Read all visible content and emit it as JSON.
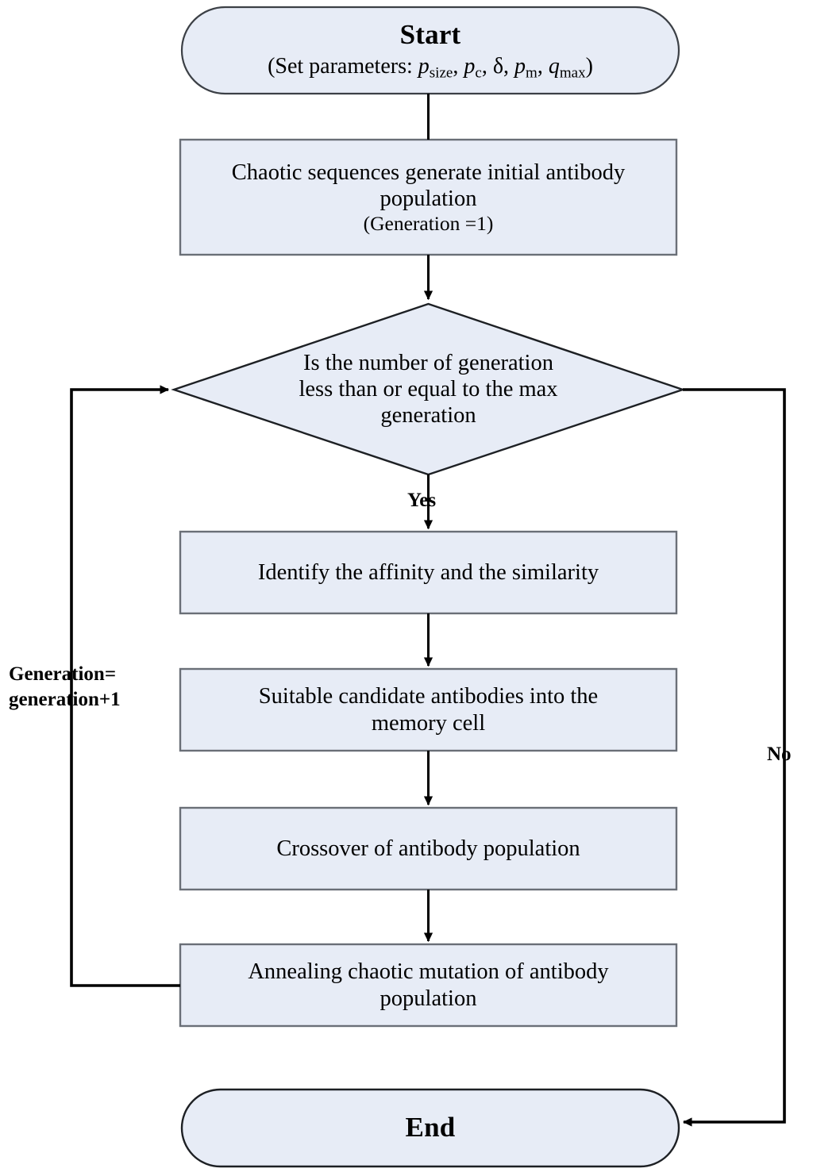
{
  "diagram": {
    "type": "flowchart",
    "title": "Chaotic immune algorithm flowchart",
    "colors": {
      "node_fill": "#e7ecf6",
      "node_stroke": "#5a5f66",
      "connector": "#000000",
      "text": "#000000",
      "background": "#ffffff"
    },
    "nodes": {
      "start": {
        "shape": "terminator",
        "title": "Start",
        "subtitle_prefix": "(Set parameters: ",
        "params": [
          {
            "symbol": "p",
            "subscript": "size"
          },
          {
            "symbol": "p",
            "subscript": "c"
          },
          {
            "symbol": "δ",
            "subscript": ""
          },
          {
            "symbol": "p",
            "subscript": "m"
          },
          {
            "symbol": "q",
            "subscript": "max"
          }
        ],
        "subtitle_suffix": ")"
      },
      "init": {
        "shape": "process",
        "line1": "Chaotic sequences generate initial antibody",
        "line2": "population",
        "line3": "(Generation =1)"
      },
      "decision": {
        "shape": "decision",
        "line1": "Is the number of generation",
        "line2": "less than or equal to the max",
        "line3": "generation"
      },
      "identify": {
        "shape": "process",
        "line1": "Identify the affinity and the similarity"
      },
      "memory": {
        "shape": "process",
        "line1": "Suitable candidate antibodies into the",
        "line2": "memory cell"
      },
      "crossover": {
        "shape": "process",
        "line1": "Crossover of antibody population"
      },
      "mutation": {
        "shape": "process",
        "line1": "Annealing chaotic mutation of antibody",
        "line2": "population"
      },
      "end": {
        "shape": "terminator",
        "title": "End"
      }
    },
    "edge_labels": {
      "yes": "Yes",
      "no": "No",
      "feedback_line1": "Generation=",
      "feedback_line2": "generation+1"
    }
  }
}
